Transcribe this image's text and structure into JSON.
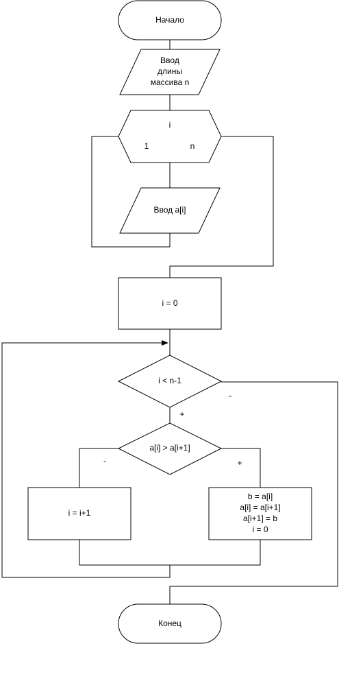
{
  "nodes": {
    "start": "Начало",
    "input_length": [
      "Ввод",
      "длины",
      "массива n"
    ],
    "loop_var": "i",
    "loop_from": "1",
    "loop_to": "n",
    "input_element": "Ввод a[i]",
    "init_i": "i = 0",
    "cond_outer": "i < n-1",
    "cond_inner": "a[i] > a[i+1]",
    "increment": "i = i+1",
    "swap": [
      "b = a[i]",
      "a[i] = a[i+1]",
      "a[i+1] = b",
      "i = 0"
    ],
    "end": "Конец"
  },
  "branch_labels": {
    "outer_minus": "-",
    "outer_plus": "+",
    "inner_minus": "-",
    "inner_plus": "+"
  }
}
